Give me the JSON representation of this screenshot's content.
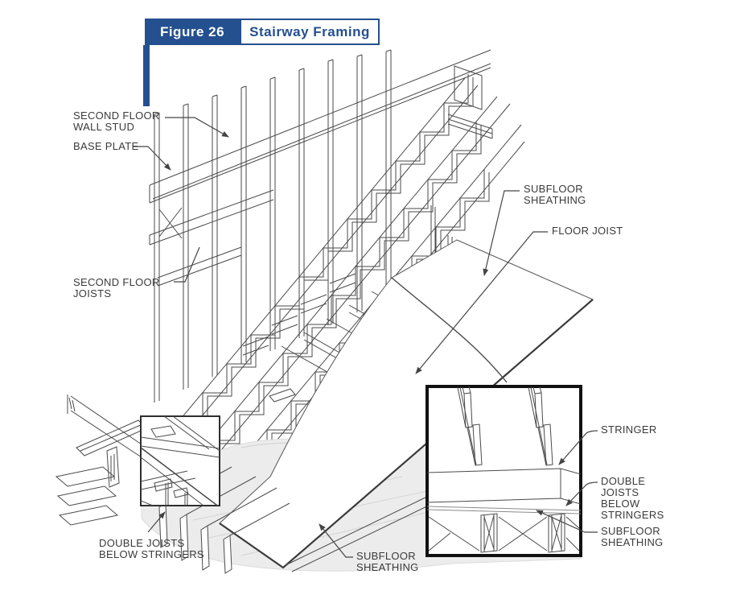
{
  "figure": {
    "number_label": "Figure 26",
    "title": "Stairway Framing"
  },
  "colors": {
    "accent_blue": "#24508f",
    "line_color": "#4a4a4a",
    "sheet_gray": "#ececec",
    "label_text": "#3a3a3a"
  },
  "labels": {
    "second_floor_wall_stud": {
      "line1": "SECOND FLOOR",
      "line2": "WALL STUD"
    },
    "base_plate": {
      "line1": "BASE PLATE"
    },
    "second_floor_joists": {
      "line1": "SECOND FLOOR",
      "line2": "JOISTS"
    },
    "subfloor_sheathing_top": {
      "line1": "SUBFLOOR",
      "line2": "SHEATHING"
    },
    "floor_joist": {
      "line1": "FLOOR JOIST"
    },
    "stringer": {
      "line1": "STRINGER"
    },
    "double_joists_below_stringers_right": {
      "line1": "DOUBLE",
      "line2": "JOISTS",
      "line3": "BELOW",
      "line4": "STRINGERS"
    },
    "subfloor_sheathing_right": {
      "line1": "SUBFLOOR",
      "line2": "SHEATHING"
    },
    "double_joists_below_stringers_bottom": {
      "line1": "DOUBLE JOISTS",
      "line2": "BELOW STRINGERS"
    },
    "subfloor_sheathing_bottom": {
      "line1": "SUBFLOOR",
      "line2": "SHEATHING"
    }
  }
}
